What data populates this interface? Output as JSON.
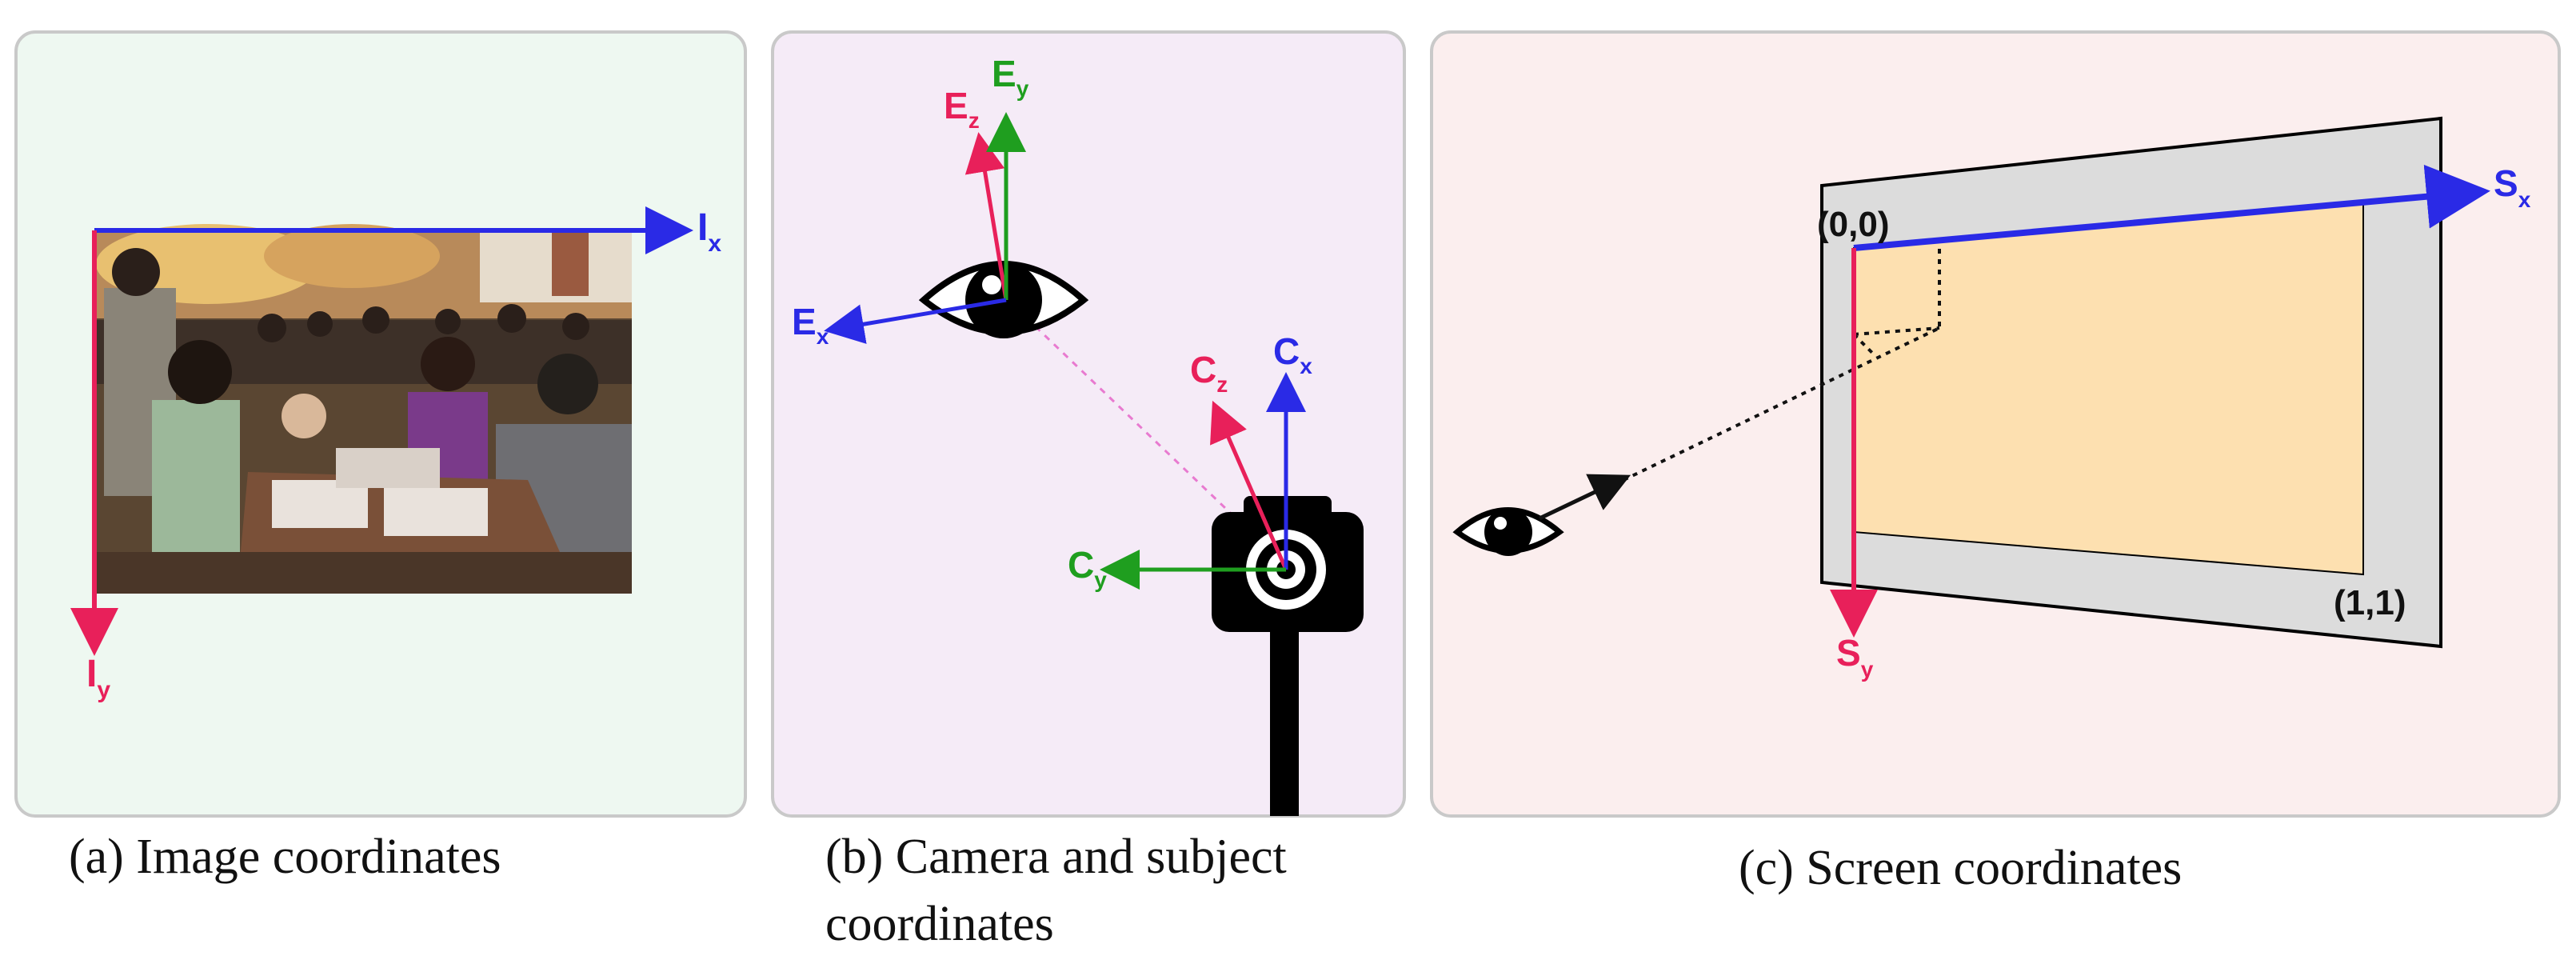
{
  "colors": {
    "panel_a_bg": "#eef8f1",
    "panel_b_bg": "#f5ebf7",
    "panel_c_bg": "#fbeeee",
    "panel_border": "#c9c9c9",
    "blue_axis": "#2a2ae6",
    "red_axis": "#e8205a",
    "green_axis": "#1f9e1f",
    "screen_frame": "#dcdcdc",
    "screen_inner": "#fde0b0"
  },
  "panel_a": {
    "axis_x": {
      "letter": "I",
      "sub": "x"
    },
    "axis_y": {
      "letter": "I",
      "sub": "y"
    }
  },
  "panel_b": {
    "eye_z": {
      "letter": "E",
      "sub": "z"
    },
    "eye_y": {
      "letter": "E",
      "sub": "y"
    },
    "eye_x": {
      "letter": "E",
      "sub": "x"
    },
    "cam_z": {
      "letter": "C",
      "sub": "z"
    },
    "cam_x": {
      "letter": "C",
      "sub": "x"
    },
    "cam_y": {
      "letter": "C",
      "sub": "y"
    }
  },
  "panel_c": {
    "origin_label": "(0,0)",
    "corner_label": "(1,1)",
    "axis_x": {
      "letter": "S",
      "sub": "x"
    },
    "axis_y": {
      "letter": "S",
      "sub": "y"
    }
  },
  "captions": {
    "a": "(a) Image coordinates",
    "b_line1": "(b) Camera and subject",
    "b_line2": "coordinates",
    "c": "(c) Screen coordinates"
  },
  "icons": [
    "eye-icon",
    "camera-icon",
    "photo-image"
  ]
}
